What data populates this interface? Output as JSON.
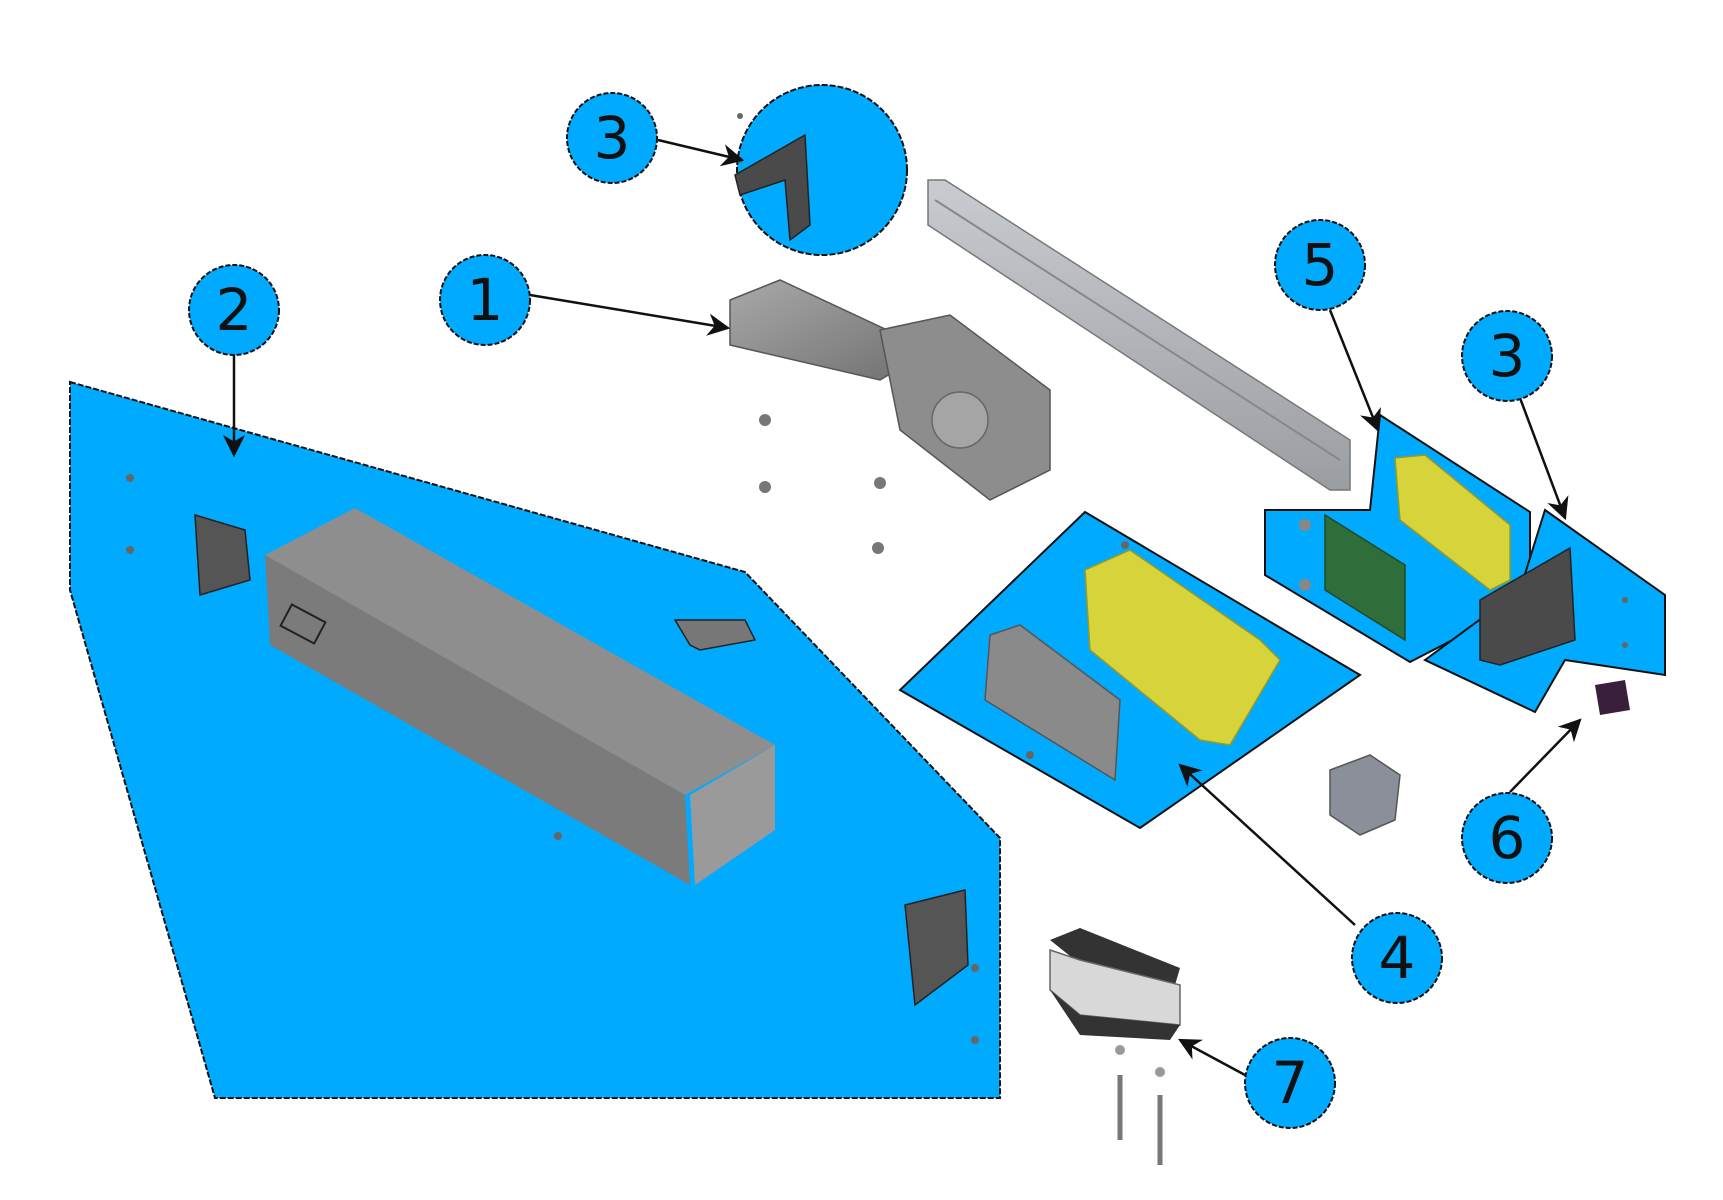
{
  "diagram": {
    "type": "exploded-parts-view",
    "colors": {
      "highlight": "#00aaff",
      "callout_fill": "#00aaff",
      "outline": "#111111",
      "metal": "#8a8a8a",
      "dark_part": "#4a4a4a",
      "yellow_part": "#d6d43a",
      "pcb_green": "#2f6e3a",
      "purple_part": "#3a1f3c",
      "background": "#ffffff"
    },
    "callouts": [
      {
        "id": "c1",
        "label": "1",
        "part": "motor-gearbox"
      },
      {
        "id": "c2",
        "label": "2",
        "part": "cover-housing-panel"
      },
      {
        "id": "c3a",
        "label": "3",
        "part": "mounting-bracket-left"
      },
      {
        "id": "c3b",
        "label": "3",
        "part": "mounting-bracket-right"
      },
      {
        "id": "c4",
        "label": "4",
        "part": "control-board-carrier"
      },
      {
        "id": "c5",
        "label": "5",
        "part": "pcb-module"
      },
      {
        "id": "c6",
        "label": "6",
        "part": "connector"
      },
      {
        "id": "c7",
        "label": "7",
        "part": "battery-pack"
      }
    ]
  }
}
